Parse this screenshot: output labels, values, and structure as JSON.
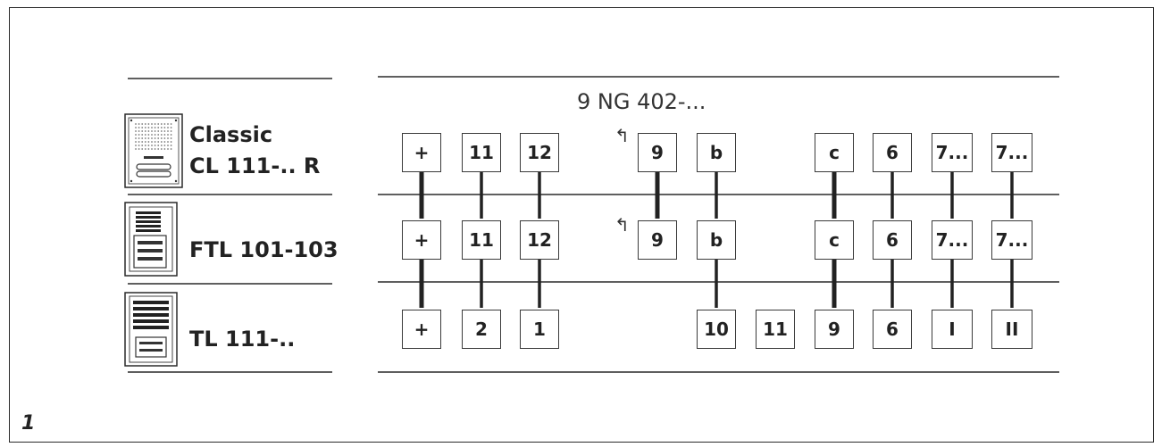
{
  "header": "9 NG 402-...",
  "figure_number": "1",
  "devices": [
    {
      "name_line1": "Classic",
      "name_line2": "CL 111-.. R"
    },
    {
      "name_line1": "FTL  101-103",
      "name_line2": ""
    },
    {
      "name_line1": "TL 111-..",
      "name_line2": ""
    }
  ],
  "rows": [
    [
      "+",
      "11",
      "12",
      "9",
      "b",
      "c",
      "6",
      "7...",
      "7..."
    ],
    [
      "+",
      "11",
      "12",
      "9",
      "b",
      "c",
      "6",
      "7...",
      "7..."
    ],
    [
      "+",
      "2",
      "1",
      "10",
      "11",
      "9",
      "6",
      "I",
      "II"
    ]
  ],
  "arrow_symbol": "↰"
}
